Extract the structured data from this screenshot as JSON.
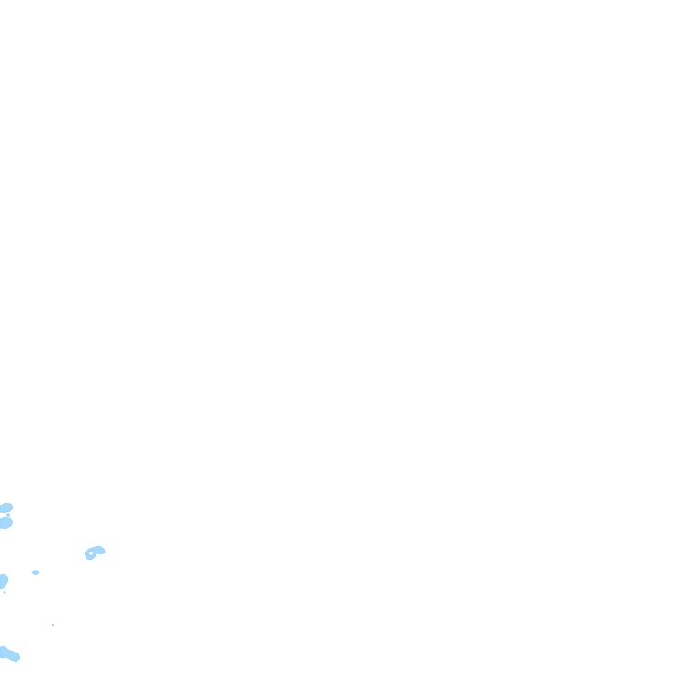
{
  "map": {
    "background_color": "#ffffff",
    "water_color": "#a6d8fb",
    "water_edge_color": "#8ccbf6",
    "features": [
      {
        "id": "water-patch-1",
        "kind": "water"
      },
      {
        "id": "water-patch-2",
        "kind": "water"
      },
      {
        "id": "water-patch-3",
        "kind": "water"
      },
      {
        "id": "water-patch-4",
        "kind": "water"
      },
      {
        "id": "water-patch-5",
        "kind": "water"
      },
      {
        "id": "water-patch-6",
        "kind": "water"
      }
    ]
  }
}
